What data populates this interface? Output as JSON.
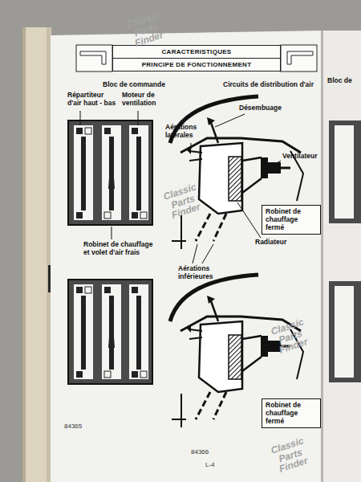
{
  "diagram": {
    "nodes": [
      {
        "text": [
          "CARACTERISTIQUES",
          "PRINCIPE DE FONCTIONNEMENT"
        ]
      },
      {
        "text": [
          "Robinet de chauffage fermé"
        ]
      },
      {
        "text": [
          "Robinet de chauffage fermé"
        ]
      }
    ],
    "labels": [
      "Bloc de commande",
      "Circuits de distribution d'air",
      "Répartiteur d'air haut - bas",
      "Moteur de ventilation",
      "Robinet de chauffage et volet d'air frais",
      "Désembuage",
      "Aérations latérales",
      "Ventilateur",
      "Radiateur",
      "Aérations inférieures",
      "84365",
      "84366",
      "L-4",
      "Bloc de",
      "Classic Parts Finder",
      "Classic Parts Finder",
      "Classic Parts Finder",
      "Classic Parts Finder"
    ]
  }
}
